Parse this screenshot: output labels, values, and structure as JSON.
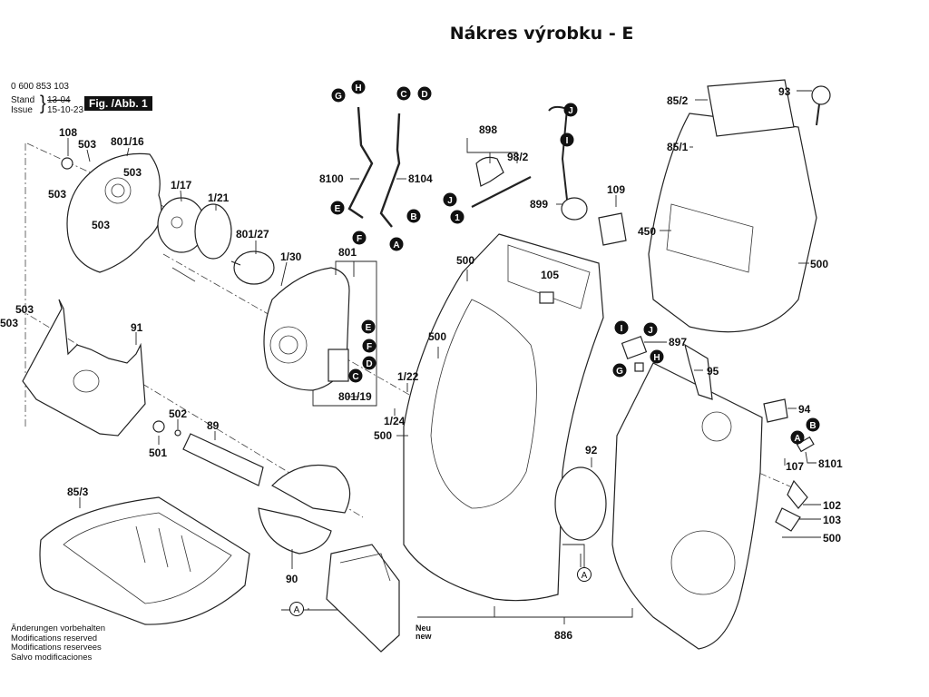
{
  "title": "Nákres výrobku - E",
  "header": {
    "part_number": "0 600 853 103",
    "stand_label": "Stand",
    "issue_label": "Issue",
    "old_date": "13-04",
    "new_date": "15-10-23",
    "figure_label": "Fig. /Abb. 1"
  },
  "footer": {
    "lines": [
      "Änderungen vorbehalten",
      "Modifications reserved",
      "Modifications reservees",
      "Salvo modificaciones"
    ]
  },
  "neu_new": {
    "line1": "Neu",
    "line2": "new"
  },
  "part_labels": {
    "p108": "108",
    "p503a": "503",
    "p801_16": "801/16",
    "p503b": "503",
    "p503c": "503",
    "p503d": "503",
    "p1_17": "1/17",
    "p1_21": "1/21",
    "p801_27": "801/27",
    "p1_30": "1/30",
    "p801": "801",
    "p801_19": "801/19",
    "p503e": "503",
    "p503f": "503",
    "p91": "91",
    "p502": "502",
    "p501": "501",
    "p89": "89",
    "p90": "90",
    "p85_3": "85/3",
    "p8100": "8100",
    "p8104": "8104",
    "p898": "898",
    "p98_2": "98/2",
    "p899": "899",
    "p109": "109",
    "p500a": "500",
    "p105": "105",
    "p500b": "500",
    "p1_22": "1/22",
    "p1_24": "1/24",
    "p500c": "500",
    "p92": "92",
    "p886": "886",
    "p85_2": "85/2",
    "p93": "93",
    "p85_1": "85/1",
    "p450": "450",
    "p500d": "500",
    "p897": "897",
    "p95": "95",
    "p94": "94",
    "p8101": "8101",
    "p107": "107",
    "p102": "102",
    "p103": "103",
    "p500e": "500"
  },
  "connectors": {
    "G1": "G",
    "H1": "H",
    "C1": "C",
    "D1": "D",
    "E1": "E",
    "F1": "F",
    "B1": "B",
    "A1": "A",
    "J1": "J",
    "I1": "I",
    "J2": "J",
    "one": "1",
    "E2": "E",
    "F2": "F",
    "D2": "D",
    "C2": "C",
    "I2": "I",
    "J3": "J",
    "H2": "H",
    "G2": "G",
    "A2": "A",
    "B2": "B"
  },
  "ref_markers": {
    "A_left": "A",
    "A_right": "A"
  }
}
